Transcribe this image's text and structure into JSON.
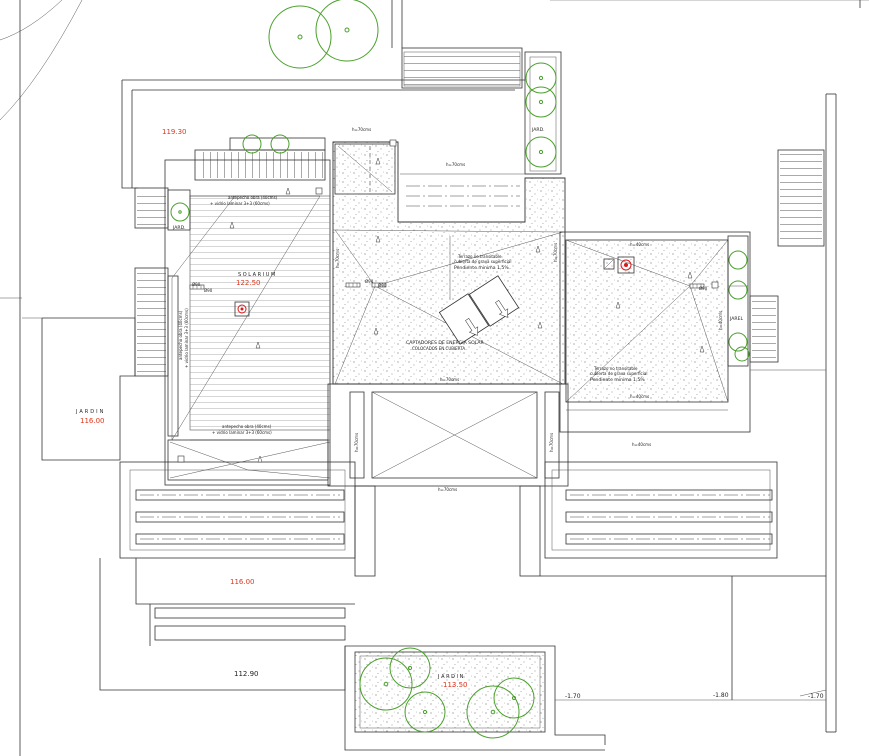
{
  "colors": {
    "line": "#333333",
    "tree": "#4aa02c",
    "elevation": "#e0361b",
    "drain": "#d91a1a",
    "gravel": "#222222"
  },
  "levels": {
    "level_11930": "119.30",
    "solarium_level": "122.50",
    "jardin_west_level": "116.00",
    "level_116_lower": "116.00",
    "level_11290": "112.90",
    "jardin_south_level": "113.50",
    "level_m170_a": "-1.70",
    "level_m180": "-1.80",
    "level_m170_b": "-1.70"
  },
  "labels": {
    "solarium_title": "S O L A R I U M",
    "jardin_west": "JARDIN",
    "jardin_south": "J A R D I N",
    "jard_top": "JARD.",
    "jard_left": "JARD.",
    "jard_right": "JAREL",
    "solar_line1": "CAPTADORES DE ENERGIA SOLAR",
    "solar_line2": "COLOCADOS EN CUBIERTA",
    "terrazo_c_1": "Terrazo no transitable",
    "terrazo_c_2": "cubierta de grava superficial",
    "terrazo_c_3": "Pendiente minima 1,5%",
    "terrazo_e_1": "Terrazo no transitable",
    "terrazo_e_2": "cubierta de grava superficial",
    "terrazo_e_3": "Pendiente minima 1,5%",
    "antepecho_top_1": "antepecho obra (40cms)",
    "antepecho_top_2": "+ vidrio laminar 3+3 (60cms)",
    "antepecho_bot_1": "antepecho obra (40cms)",
    "antepecho_bot_2": "+ vidrio laminar 3+3 (60cms)",
    "antepecho_side_1": "antepecho obra (40cms)",
    "antepecho_side_2": "+ vidrio laminar 3+3 (60cms)",
    "h70_top": "h=70cms",
    "h70_upper": "h=70cms",
    "h70_center": "h=70cms",
    "h70_lower": "h=70cms",
    "h70_vl": "h=70cms",
    "h70_vr": "h=70cms",
    "h70_vl2": "h=70cms",
    "h70_vr2": "h=70cms",
    "h40_top": "h=40cms",
    "h40_bot": "h=40cms",
    "h40_out": "h=40cms",
    "h40_side": "h=40cms",
    "bajante_1": "Ø90",
    "bajante_2": "Ø90",
    "bajante_3": "Ø90",
    "bajante_4": "Ø90",
    "bajante_5": "Ø90"
  }
}
